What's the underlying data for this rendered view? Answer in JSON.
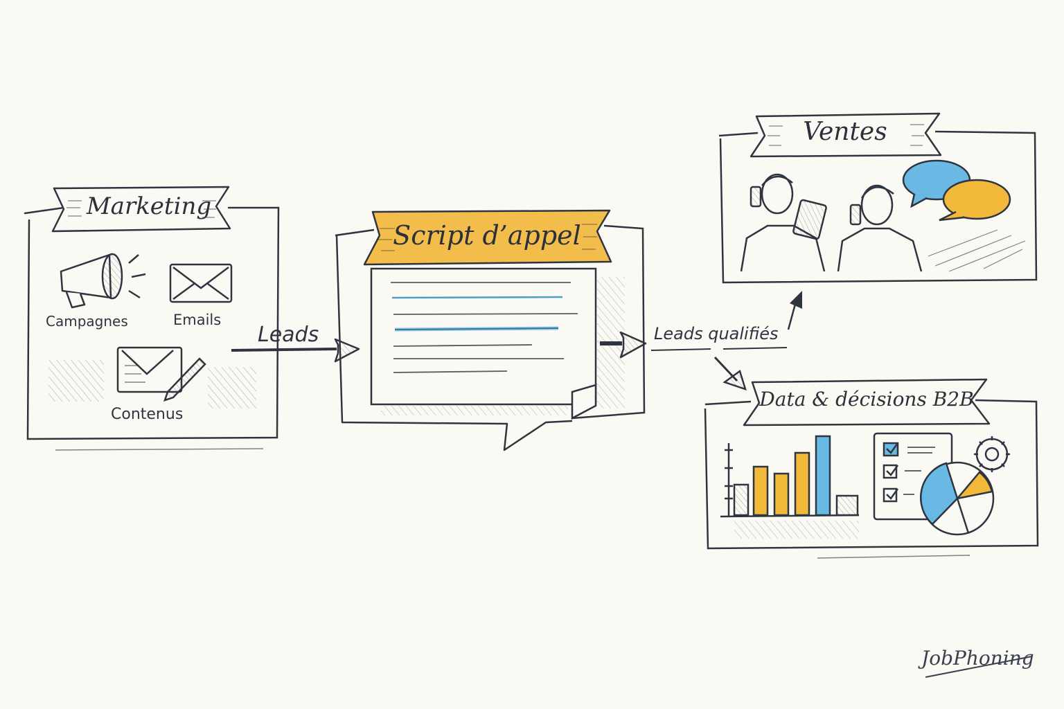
{
  "diagram": {
    "background": "#fbf9f3",
    "ink": "#2e3440",
    "accent_yellow": "#f0b83c",
    "accent_blue": "#5fb0dc",
    "nodes": {
      "marketing": {
        "title": "Marketing",
        "items": [
          {
            "label": "Campagnes",
            "icon": "megaphone-icon"
          },
          {
            "label": "Emails",
            "icon": "envelope-icon"
          },
          {
            "label": "Contenus",
            "icon": "envelope-pencil-icon"
          }
        ]
      },
      "script": {
        "title": "Script d’appel",
        "icon": "document-speech-bubble-icon"
      },
      "ventes": {
        "title": "Ventes",
        "icons": [
          "person-phone-tablet-icon",
          "person-phone-icon",
          "speech-bubbles-icon"
        ]
      },
      "data": {
        "title": "Data & décisions B2B",
        "icons": [
          "bar-chart-icon",
          "checklist-icon",
          "pie-chart-icon",
          "gear-icon"
        ]
      }
    },
    "edges": [
      {
        "from": "marketing",
        "to": "script",
        "label": "Leads"
      },
      {
        "from": "script",
        "to": "ventes",
        "label": "Leads qualifiés"
      },
      {
        "from": "script",
        "to": "data",
        "label": ""
      }
    ],
    "logo": "JobPhoning"
  }
}
